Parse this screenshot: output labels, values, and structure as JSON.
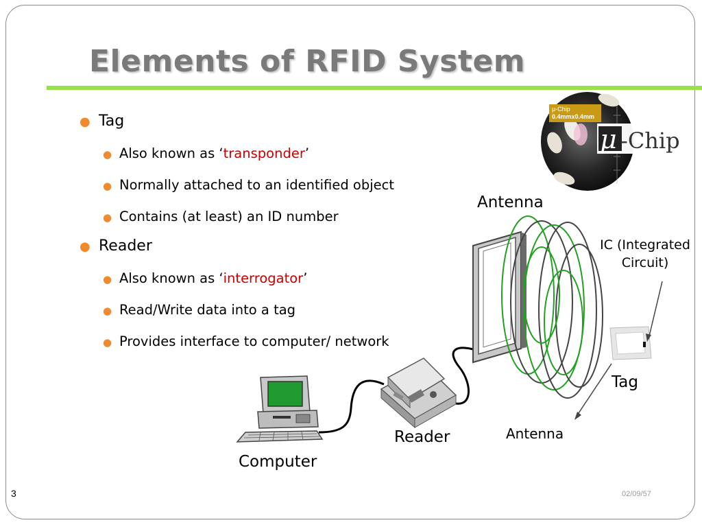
{
  "slide": {
    "title": "Elements of RFID System",
    "page_number": "3",
    "date": "02/09/57"
  },
  "bullets": {
    "tag": {
      "heading": "Tag",
      "aka_prefix": "Also known as ‘",
      "aka_term": "transponder",
      "aka_suffix": "’",
      "item2": "Normally attached to an identified object",
      "item3": "Contains (at least) an ID number"
    },
    "reader": {
      "heading": "Reader",
      "aka_prefix": "Also known as ‘",
      "aka_term": "interrogator",
      "aka_suffix": "’",
      "item2": "Read/Write data  into a tag",
      "item3": "Provides interface to computer/ network"
    }
  },
  "diagram": {
    "antenna_top_label": "Antenna",
    "antenna_bottom_label": "Antenna",
    "ic_label_line1": "IC (Integrated",
    "ic_label_line2": "Circuit)",
    "tag_label": "Tag",
    "reader_label": "Reader",
    "computer_label": "Computer",
    "chip_badge_line1": "μ-Chip",
    "chip_badge_line2": "0.4mmx0.4mm",
    "chip_logo_text": "-Chip",
    "chip_logo_mu": "μ"
  },
  "colors": {
    "accent_rule": "#99e14b",
    "bullet_dot": "#f08a2c",
    "highlight_red": "#cc0000",
    "coil_green": "#22a022"
  }
}
